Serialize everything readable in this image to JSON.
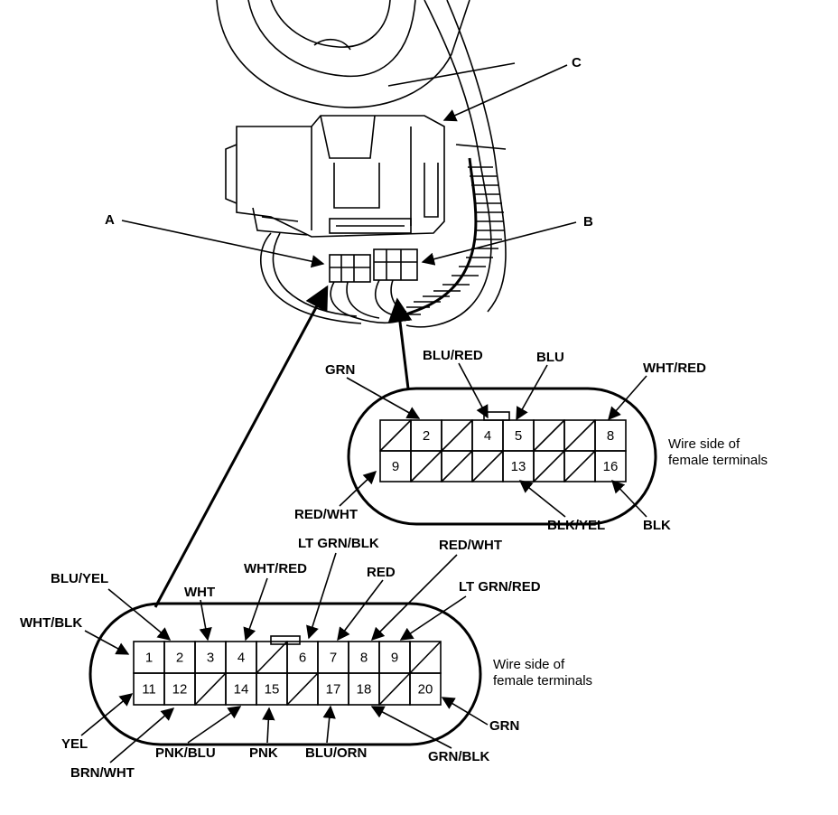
{
  "callouts": {
    "a": "A",
    "b": "B",
    "c": "C"
  },
  "connector_b": {
    "row1": [
      "",
      "2",
      "",
      "4",
      "5",
      "",
      "",
      "8"
    ],
    "row2": [
      "9",
      "",
      "",
      "",
      "13",
      "",
      "",
      "16"
    ],
    "side_label_1": "Wire side of",
    "side_label_2": "female terminals",
    "wires": {
      "grn": "GRN",
      "blu_red": "BLU/RED",
      "blu": "BLU",
      "wht_red": "WHT/RED",
      "red_wht": "RED/WHT",
      "blk_yel": "BLK/YEL",
      "blk": "BLK"
    }
  },
  "connector_a": {
    "row1": [
      "1",
      "2",
      "3",
      "4",
      "",
      "6",
      "7",
      "8",
      "9",
      ""
    ],
    "row2": [
      "11",
      "12",
      "",
      "14",
      "15",
      "",
      "17",
      "18",
      "",
      "20"
    ],
    "side_label_1": "Wire side of",
    "side_label_2": "female terminals",
    "wires": {
      "blu_yel": "BLU/YEL",
      "wht": "WHT",
      "wht_red": "WHT/RED",
      "lt_grn_blk": "LT GRN/BLK",
      "red_wht": "RED/WHT",
      "red": "RED",
      "lt_grn_red": "LT GRN/RED",
      "wht_blk": "WHT/BLK",
      "yel": "YEL",
      "brn_wht": "BRN/WHT",
      "pnk_blu": "PNK/BLU",
      "pnk": "PNK",
      "blu_orn": "BLU/ORN",
      "grn_blk": "GRN/BLK",
      "grn": "GRN"
    }
  }
}
